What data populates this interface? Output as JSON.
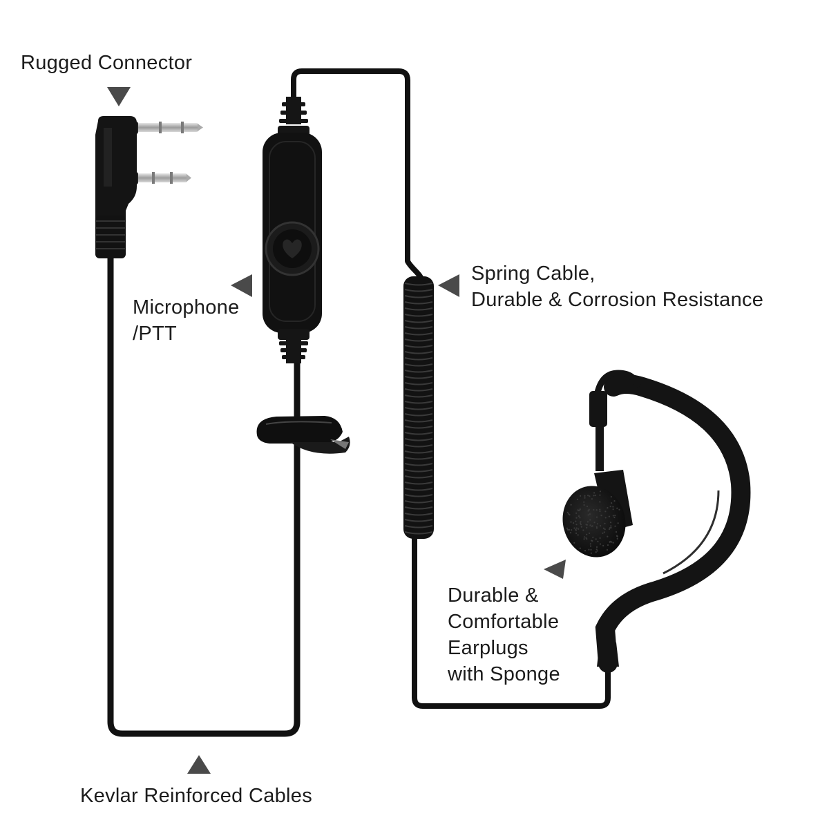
{
  "colors": {
    "background": "#ffffff",
    "text": "#1c1c1c",
    "cable": "#111111",
    "pointer": "#4a4a4a",
    "metal": "#b8b8b8"
  },
  "icons": {
    "pointer": "triangle-icon",
    "connector": "two-pin-plug-icon",
    "mic": "ptt-microphone-icon",
    "clip": "lapel-clip-icon",
    "earpiece": "ear-hook-earpiece-icon"
  },
  "labels": {
    "rugged_connector": "Rugged Connector",
    "microphone": [
      "Microphone",
      "/PTT"
    ],
    "spring_cable": [
      "Spring Cable,",
      "Durable & Corrosion Resistance"
    ],
    "earplugs": [
      "Durable &",
      "Comfortable",
      "Earplugs",
      "with Sponge"
    ],
    "kevlar": "Kevlar Reinforced Cables"
  }
}
